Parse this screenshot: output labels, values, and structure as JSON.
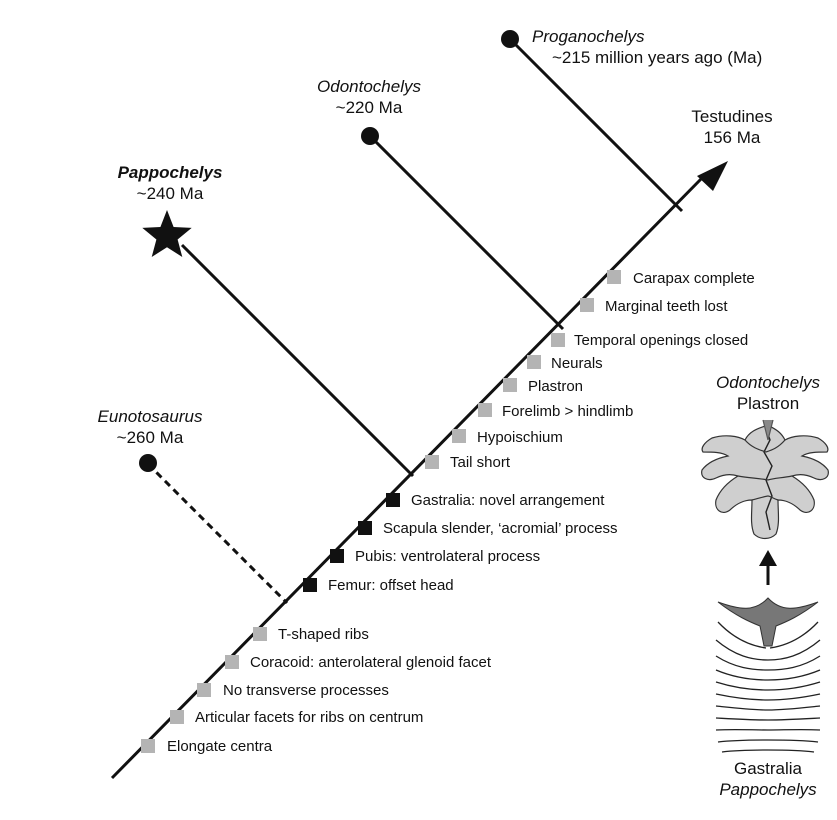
{
  "taxa": {
    "proganochelys": {
      "name": "Proganochelys",
      "age": "~215 million years ago (Ma)"
    },
    "odontochelys": {
      "name": "Odontochelys",
      "age": "~220 Ma"
    },
    "testudines": {
      "name": "Testudines",
      "age": "156 Ma"
    },
    "pappochelys": {
      "name": "Pappochelys",
      "age": "~240 Ma"
    },
    "eunotosaurus": {
      "name": "Eunotosaurus",
      "age": "~260 Ma"
    }
  },
  "characters": [
    {
      "text": "Carapax complete",
      "state": "gray"
    },
    {
      "text": "Marginal teeth lost",
      "state": "gray"
    },
    {
      "text": "Temporal openings closed",
      "state": "gray"
    },
    {
      "text": "Neurals",
      "state": "gray"
    },
    {
      "text": "Plastron",
      "state": "gray"
    },
    {
      "text": "Forelimb > hindlimb",
      "state": "gray"
    },
    {
      "text": "Hypoischium",
      "state": "gray"
    },
    {
      "text": "Tail short",
      "state": "gray"
    },
    {
      "text": "Gastralia: novel arrangement",
      "state": "black"
    },
    {
      "text": "Scapula slender, ‘acromial’ process",
      "state": "black"
    },
    {
      "text": "Pubis: ventrolateral process",
      "state": "black"
    },
    {
      "text": "Femur: offset head",
      "state": "black"
    },
    {
      "text": "T-shaped ribs",
      "state": "gray"
    },
    {
      "text": "Coracoid: anterolateral glenoid facet",
      "state": "gray"
    },
    {
      "text": "No transverse processes",
      "state": "gray"
    },
    {
      "text": "Articular facets for ribs on centrum",
      "state": "gray"
    },
    {
      "text": "Elongate centra",
      "state": "gray"
    }
  ],
  "inset": {
    "top_title": "Odontochelys",
    "top_subtitle": "Plastron",
    "bottom_title": "Gastralia",
    "bottom_subtitle": "Pappochelys"
  },
  "colors": {
    "gray_marker": "#b4b4b4",
    "black_marker": "#111111",
    "line": "#111111",
    "plastron_fill": "#cfcfcf"
  }
}
